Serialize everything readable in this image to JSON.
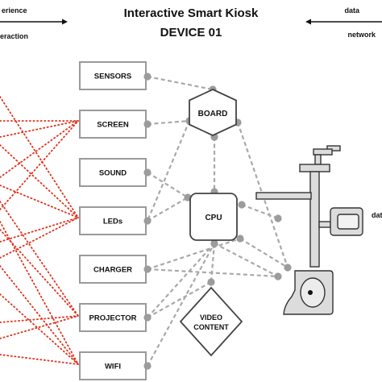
{
  "header": {
    "title": "Interactive Smart Kiosk",
    "subtitle": "DEVICE 01",
    "left_top": "erience",
    "left_bottom": "eraction",
    "right_top": "data",
    "right_bottom": "network"
  },
  "components": [
    {
      "id": "sensors",
      "label": "SENSORS"
    },
    {
      "id": "screen",
      "label": "SCREEN"
    },
    {
      "id": "sound",
      "label": "SOUND"
    },
    {
      "id": "leds",
      "label": "LEDs"
    },
    {
      "id": "charger",
      "label": "CHARGER"
    },
    {
      "id": "projector",
      "label": "PROJECTOR"
    },
    {
      "id": "wifi",
      "label": "WIFI"
    }
  ],
  "nodes": {
    "board": "BOARD",
    "cpu": "CPU",
    "video": [
      "VIDEO",
      "CONTENT"
    ]
  },
  "kiosk": {
    "side_text": "dat"
  },
  "colors": {
    "red_lines": "#e0311b",
    "grey_lines": "#a9a9a9",
    "box_border": "#9a9a9a",
    "dot": "#9c9c9c"
  }
}
